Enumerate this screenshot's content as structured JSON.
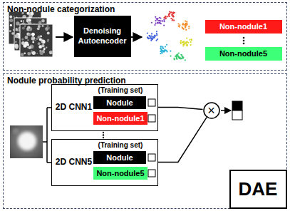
{
  "diagram": {
    "nodes": [
      {
        "text": [
          "Non-nodule categorization"
        ]
      },
      {
        "text": [
          "Denoising Autoencoder"
        ],
        "in": 0
      },
      {
        "text": [
          "Non-nodule1"
        ],
        "in": 0
      },
      {
        "text": [
          "Non-nodule5"
        ],
        "in": 0
      },
      {
        "text": [
          "Nodule probability prediction"
        ]
      },
      {
        "text": [
          "2D CNN1"
        ],
        "in": 4
      },
      {
        "text": [
          "Nodule"
        ],
        "in": 5
      },
      {
        "text": [
          "Non-nodule1"
        ],
        "in": 5
      },
      {
        "text": [
          "2D CNN5"
        ],
        "in": 4
      },
      {
        "text": [
          "Nodule"
        ],
        "in": 8
      },
      {
        "text": [
          "Non-nodule5"
        ],
        "in": 8
      },
      {
        "text": [
          "×"
        ],
        "in": 4
      },
      {
        "text": [
          "DAE"
        ],
        "in": 4
      }
    ],
    "edges": [
      {
        "from": 5,
        "to": 11,
        "arrow": "none"
      },
      {
        "from": 8,
        "to": 11,
        "arrow": "none"
      }
    ],
    "labels": [
      "(Training set)",
      "(Training set)"
    ]
  }
}
